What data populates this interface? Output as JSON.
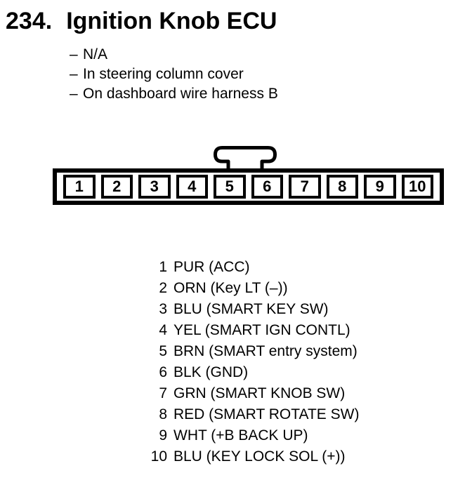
{
  "header": {
    "number": "234.",
    "title": "Ignition Knob ECU"
  },
  "notes": {
    "bullet": "–",
    "items": [
      "N/A",
      "In steering column cover",
      "On dashboard wire harness B"
    ]
  },
  "connector": {
    "pins": [
      "1",
      "2",
      "3",
      "4",
      "5",
      "6",
      "7",
      "8",
      "9",
      "10"
    ]
  },
  "pinout": {
    "rows": [
      {
        "pin": "1",
        "desc": "PUR (ACC)"
      },
      {
        "pin": "2",
        "desc": "ORN (Key LT (–))"
      },
      {
        "pin": "3",
        "desc": "BLU (SMART KEY SW)"
      },
      {
        "pin": "4",
        "desc": "YEL (SMART IGN CONTL)"
      },
      {
        "pin": "5",
        "desc": "BRN (SMART entry system)"
      },
      {
        "pin": "6",
        "desc": "BLK (GND)"
      },
      {
        "pin": "7",
        "desc": "GRN (SMART KNOB SW)"
      },
      {
        "pin": "8",
        "desc": "RED (SMART ROTATE SW)"
      },
      {
        "pin": "9",
        "desc": "WHT (+B BACK UP)"
      },
      {
        "pin": "10",
        "desc": "BLU (KEY LOCK SOL (+))"
      }
    ]
  },
  "colors": {
    "ink": "#000000",
    "background": "#ffffff"
  }
}
